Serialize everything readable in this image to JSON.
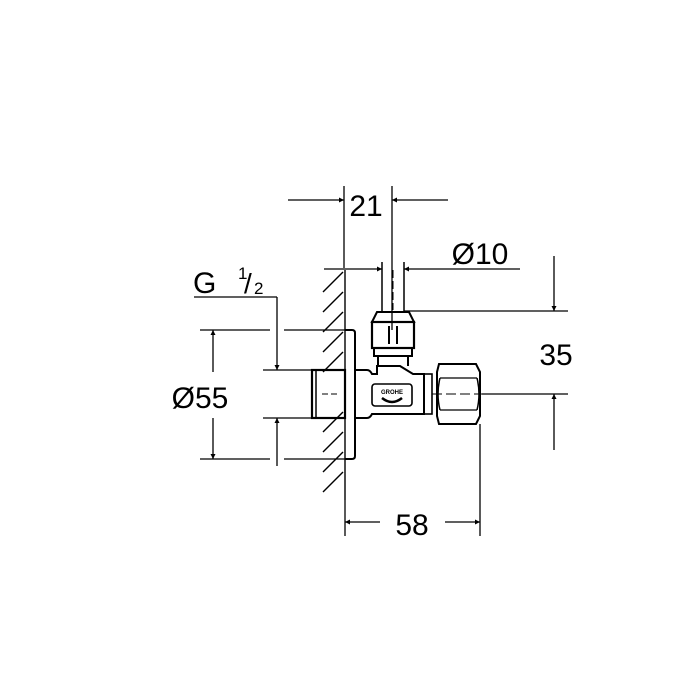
{
  "drawing": {
    "title": "Angle valve technical drawing",
    "colors": {
      "line": "#000000",
      "background": "#ffffff"
    },
    "dimensions": {
      "top_width": "21",
      "pipe_diameter": "Ø10",
      "thread": {
        "letter": "G",
        "num": "1",
        "slash": "/",
        "den": "2"
      },
      "rosette_diameter": "Ø55",
      "height_offset": "35",
      "depth": "58"
    },
    "logo_text": "GROHE"
  }
}
